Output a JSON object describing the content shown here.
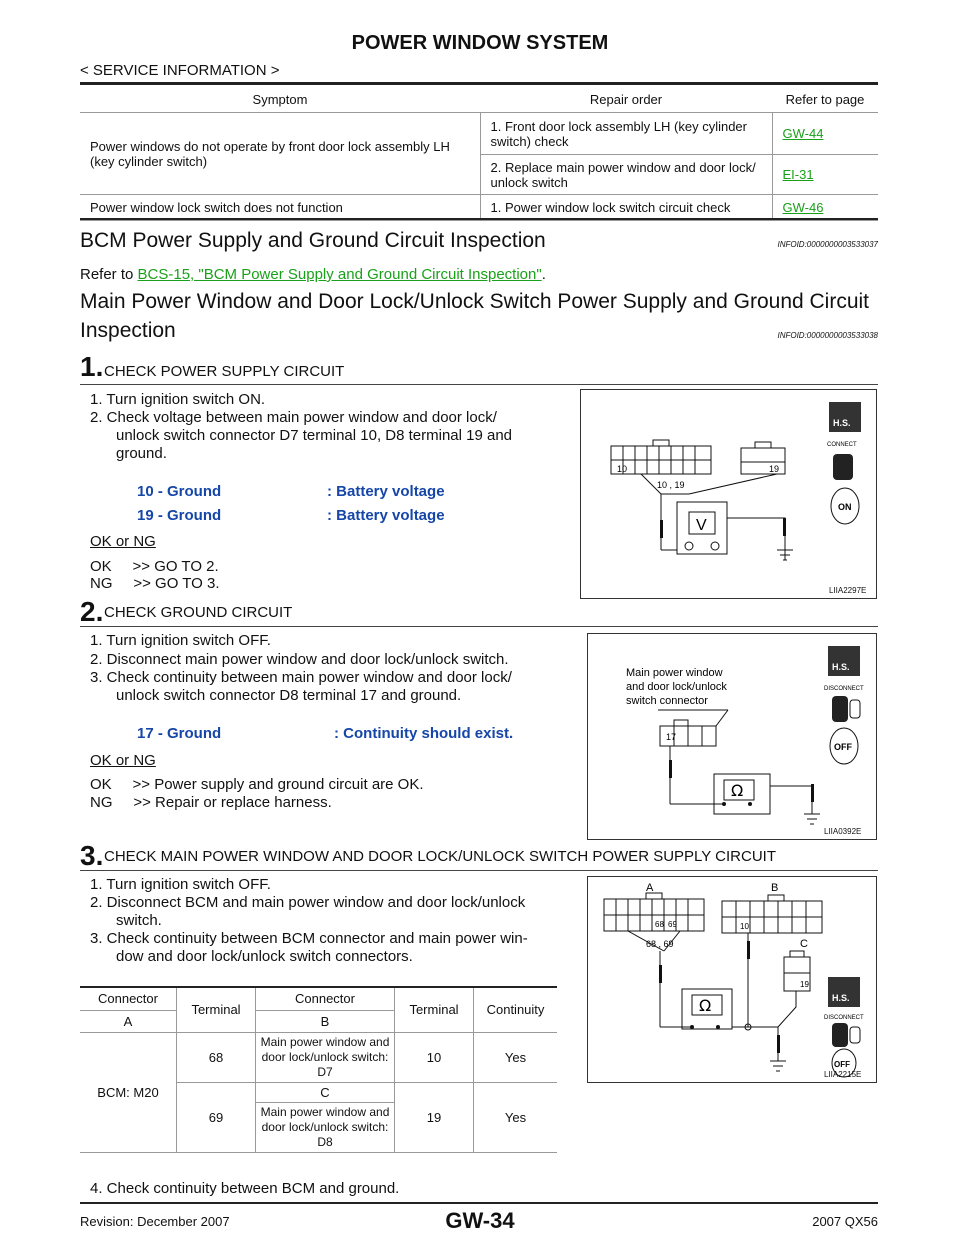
{
  "header": {
    "title": "POWER WINDOW SYSTEM",
    "subtitle": "< SERVICE INFORMATION >"
  },
  "symptom_table": {
    "headers": [
      "Symptom",
      "Repair order",
      "Refer to page"
    ],
    "rows": [
      {
        "symptom": "Power windows do not operate by front door lock assembly LH (key cylinder switch)",
        "order": "1. Front door lock assembly LH (key cylinder switch) check",
        "ref": "GW-44"
      },
      {
        "order": "2. Replace main power window and door lock/ unlock switch",
        "ref": "EI-31"
      },
      {
        "symptom": "Power window lock switch does not function",
        "order": "1. Power window lock switch circuit check",
        "ref": "GW-46"
      }
    ]
  },
  "sec1": {
    "title": "BCM Power Supply and Ground Circuit Inspection",
    "info": "INFOID:0000000003533037",
    "refer_prefix": "Refer to ",
    "refer_link": "BCS-15, \"BCM Power Supply and Ground Circuit Inspection\"",
    "refer_suffix": "."
  },
  "sec2": {
    "title_l1": "Main Power Window and Door Lock/Unlock Switch Power Supply and Ground Circuit",
    "title_l2": "Inspection",
    "info": "INFOID:0000000003533038"
  },
  "step1": {
    "num": "1.",
    "title": "CHECK POWER SUPPLY CIRCUIT",
    "i1": "1.  Turn ignition switch ON.",
    "i2a": "2.  Check voltage between main power window and door lock/",
    "i2b": "unlock switch connector D7 terminal 10, D8 terminal 19 and",
    "i2c": "ground.",
    "spec1_l": "10 - Ground",
    "spec1_r": ": Battery voltage",
    "spec2_l": "19 - Ground",
    "spec2_r": ": Battery voltage",
    "okng": "OK or NG",
    "ok": "OK     >> GO TO 2.",
    "ng": "NG     >> GO TO 3.",
    "fig_id": "LIIA2297E",
    "fig_t10": "10",
    "fig_t19": "19",
    "fig_callout": "10 , 19",
    "fig_meter": "V",
    "fig_hs": "H.S.",
    "fig_mode": "CONNECT",
    "fig_key": "ON"
  },
  "step2": {
    "num": "2.",
    "title": "CHECK GROUND CIRCUIT",
    "i1": "1.  Turn ignition switch OFF.",
    "i2": "2.  Disconnect main power window and door lock/unlock switch.",
    "i3a": "3.  Check continuity between main power window and door lock/",
    "i3b": "unlock switch connector D8 terminal 17 and ground.",
    "spec_l": "17 - Ground",
    "spec_r": ": Continuity should exist.",
    "okng": "OK or NG",
    "ok": "OK     >> Power supply and ground circuit are OK.",
    "ng": "NG     >> Repair or replace harness.",
    "fig_id": "LIIA0392E",
    "fig_label1": "Main power window",
    "fig_label2": "and door lock/unlock",
    "fig_label3": "switch connector",
    "fig_t17": "17",
    "fig_meter": "Ω",
    "fig_hs": "H.S.",
    "fig_mode": "DISCONNECT",
    "fig_key": "OFF"
  },
  "step3": {
    "num": "3.",
    "title": "CHECK MAIN POWER WINDOW AND DOOR LOCK/UNLOCK SWITCH POWER SUPPLY CIRCUIT",
    "i1": "1.  Turn ignition switch OFF.",
    "i2a": "2.  Disconnect BCM and main power window and door lock/unlock",
    "i2b": "switch.",
    "i3a": "3.  Check continuity between BCM connector and main power win-",
    "i3b": "dow and door lock/unlock switch connectors.",
    "i4": "4.  Check continuity between BCM and ground.",
    "fig_id": "LIIA2215E",
    "fig_a": "A",
    "fig_b": "B",
    "fig_c": "C",
    "fig_t68": "68",
    "fig_t69": "69",
    "fig_t10": "10",
    "fig_t19": "19",
    "fig_callout": "68 , 69",
    "fig_meter": "Ω",
    "fig_hs": "H.S.",
    "fig_mode": "DISCONNECT",
    "fig_key": "OFF"
  },
  "cont_table": {
    "h_connector": "Connector",
    "h_terminal": "Terminal",
    "h_continuity": "Continuity",
    "h_a": "A",
    "h_b": "B",
    "bcm": "BCM: M20",
    "r1_term": "68",
    "r1_conn_l1": "Main power window and",
    "r1_conn_l2": "door lock/unlock switch:",
    "r1_conn_l3": "D7",
    "r1_tb": "10",
    "r1_cont": "Yes",
    "r2_term": "69",
    "r2_c": "C",
    "r2_conn_l1": "Main power window and",
    "r2_conn_l2": "door lock/unlock switch:",
    "r2_conn_l3": "D8",
    "r2_tb": "19",
    "r2_cont": "Yes"
  },
  "footer": {
    "page": "GW-34",
    "revision": "Revision: December 2007",
    "model": "2007 QX56"
  }
}
